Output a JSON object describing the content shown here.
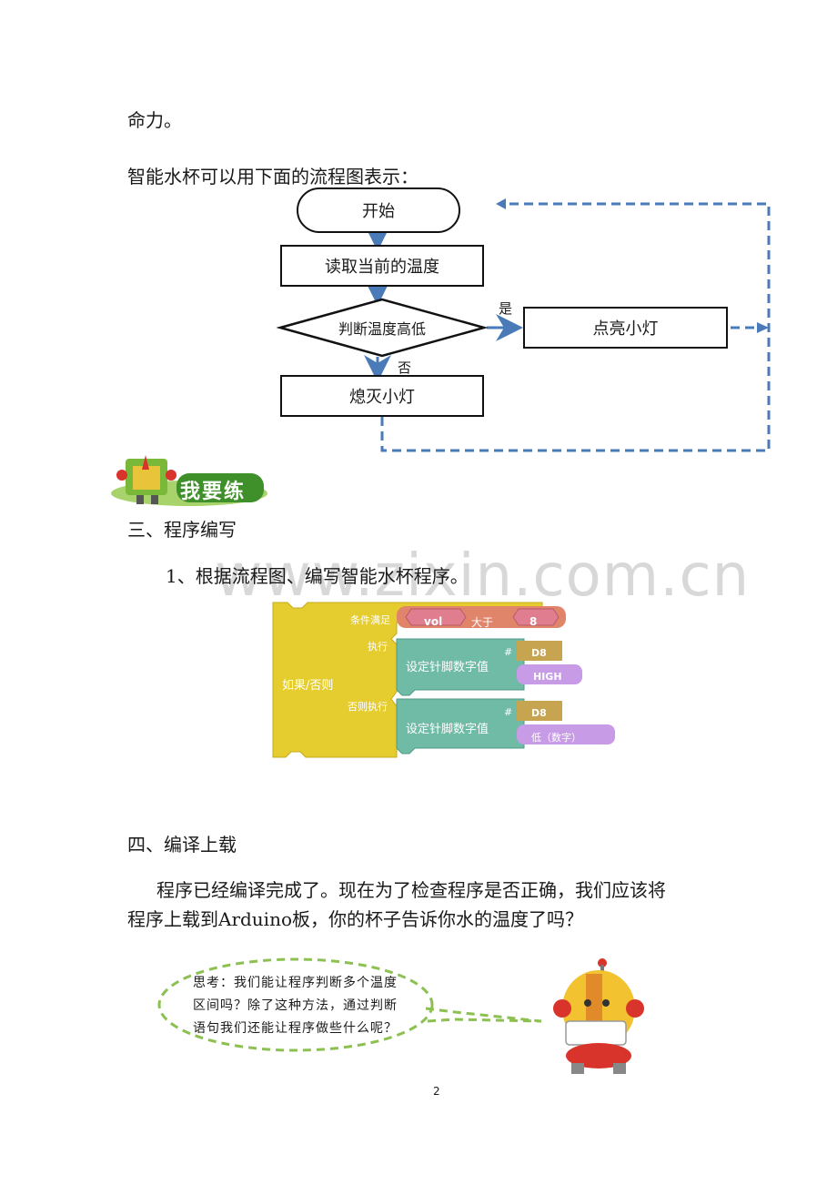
{
  "text": {
    "line1": "命力。",
    "flow_intro": "智能水杯可以用下面的流程图表示：",
    "section3": "三、程序编写",
    "task1": "1、根据流程图、编写智能水杯程序。",
    "section4": "四、编译上载",
    "para1": "程序已经编译完成了。现在为了检查程序是否正确，我们应该将",
    "para2": "程序上载到Arduino板，你的杯子告诉你水的温度了吗？",
    "badge": "我要练",
    "watermark": "www.zixin.com.cn",
    "page_number": "2"
  },
  "flowchart": {
    "start": "开始",
    "read": "读取当前的温度",
    "decision": "判断温度高低",
    "yes_action": "点亮小灯",
    "no_action": "熄灭小灯",
    "yes_label": "是",
    "no_label": "否",
    "colors": {
      "arrow": "#4a7ab8",
      "border": "#111111"
    }
  },
  "blocks": {
    "if_else": "如果/否则",
    "condition_label": "条件满足",
    "var": "vol",
    "operator": "大于",
    "value": "8",
    "do_label": "执行",
    "else_label": "否则执行",
    "set_pin": "设定针脚数字值",
    "hash": "#",
    "pin1": "D8",
    "state1": "HIGH",
    "pin2": "D8",
    "state2": "低（数字）",
    "colors": {
      "ifelse": "#e6cd2f",
      "compare": "#e0856a",
      "var": "#e07d8f",
      "setpin": "#6fbba6",
      "pin": "#c7a450",
      "state": "#c79be6"
    }
  },
  "thought": {
    "line1": "思考：我们能让程序判断多个温度",
    "line2": "区间吗？除了这种方法，通过判断",
    "line3": "语句我们还能让程序做些什么呢？"
  }
}
